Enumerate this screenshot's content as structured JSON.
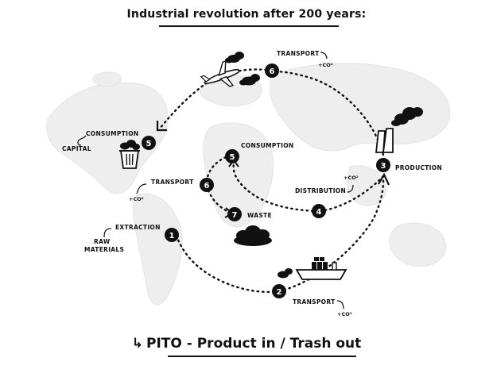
{
  "title": "Industrial revolution after 200 years:",
  "footer": {
    "arrow": "↳",
    "text": "PITO - Product in / Trash out"
  },
  "nodes": {
    "n1": {
      "number": "1",
      "label": "EXTRACTION"
    },
    "n2": {
      "number": "2",
      "label": "TRANSPORT",
      "co2": "+CO²"
    },
    "n3": {
      "number": "3",
      "label": "PRODUCTION"
    },
    "n4": {
      "number": "4",
      "label": "DISTRIBUTION",
      "co2": "+CO²"
    },
    "n5a": {
      "number": "5",
      "label": "CONSUMPTION"
    },
    "n5b": {
      "number": "5",
      "label": "CONSUMPTION",
      "sublabel": "CAPITAL"
    },
    "n6a": {
      "number": "6",
      "label": "TRANSPORT",
      "co2": "+CO²"
    },
    "n6b": {
      "number": "6",
      "label": "TRANSPORT",
      "co2": "+CO²"
    },
    "n7": {
      "number": "7",
      "label": "WASTE"
    }
  },
  "raw_materials": [
    "RAW",
    "MATERIALS"
  ],
  "icons": [
    "airplane-icon",
    "factory-icon",
    "cargo-ship-icon",
    "trash-bin-icon",
    "cloud-icon",
    "world-map"
  ],
  "colors": {
    "ink": "#111111",
    "map": "#eeeeee",
    "background": "#ffffff"
  }
}
